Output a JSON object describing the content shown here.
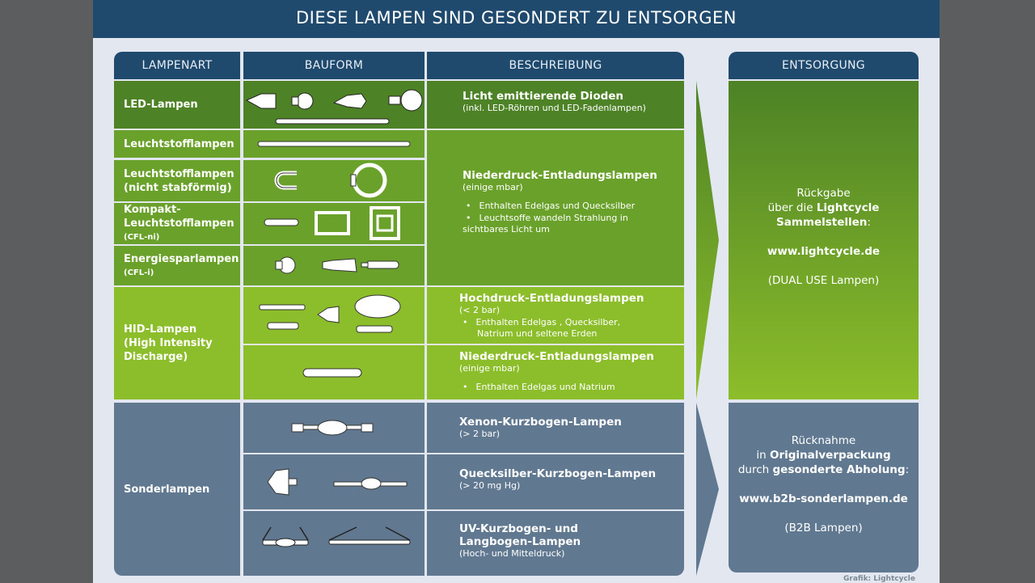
{
  "title": "DIESE LAMPEN SIND GESONDERT ZU ENTSORGEN",
  "headers": {
    "lampenart": "LAMPENART",
    "bauform": "BAUFORM",
    "beschreibung": "BESCHREIBUNG",
    "entsorgung": "ENTSORGUNG"
  },
  "rows": {
    "led": {
      "label": "LED-Lampen",
      "title": "Licht emittierende Dioden",
      "sub": "(inkl. LED-Röhren und LED-Fadenlampen)"
    },
    "leucht": {
      "label": "Leuchtstofflampen"
    },
    "leucht_ns": {
      "label1": "Leuchtstofflampen",
      "label2": "(nicht stabförmig)"
    },
    "kompakt": {
      "label1": "Kompakt-",
      "label2": "Leuchtstofflampen",
      "label3": "(CFL-ni)"
    },
    "energie": {
      "label1": "Energiesparlampen",
      "label2": "(CFL-i)"
    },
    "niederdruck_group": {
      "title": "Niederdruck-Entladungslampen",
      "sub": "(einige mbar)",
      "b1": "Enthalten Edelgas und Quecksilber",
      "b2": "Leuchtsoffe wandeln Strahlung in",
      "b2b": "sichtbares Licht um"
    },
    "hid": {
      "label1": "HID-Lampen",
      "label2": "(High Intensity",
      "label3": "Discharge)"
    },
    "hochdruck": {
      "title": "Hochdruck-Entladungslampen",
      "sub": "(< 2 bar)",
      "b1": "Enthalten Edelgas , Quecksilber,",
      "b1b": "Natrium und seltene Erden"
    },
    "niederdruck_na": {
      "title": "Niederdruck-Entladungslampen",
      "sub": "(einige mbar)",
      "b1": "Enthalten Edelgas und Natrium"
    },
    "sonder": {
      "label": "Sonderlampen"
    },
    "xenon": {
      "title": "Xenon-Kurzbogen-Lampen",
      "sub": "(> 2 bar)"
    },
    "quecksilber": {
      "title": "Quecksilber-Kurzbogen-Lampen",
      "sub": "(> 20 mg Hg)"
    },
    "uv": {
      "title1": "UV-Kurzbogen- und",
      "title2": "Langbogen-Lampen",
      "sub": "(Hoch- und Mitteldruck)"
    }
  },
  "disposal_green": {
    "l1": "Rückgabe",
    "l2a": "über die ",
    "l2b": "Lightcycle",
    "l3": "Sammelstellen",
    "l3b": ":",
    "url": "www.lightcycle.de",
    "note": "(DUAL USE Lampen)"
  },
  "disposal_grey": {
    "l1": "Rücknahme",
    "l2a": "in ",
    "l2b": "Originalverpackung",
    "l3a": "durch ",
    "l3b": "gesonderte Abholung",
    "l3c": ":",
    "url": "www.b2b-sonderlampen.de",
    "note": "(B2B Lampen)"
  },
  "credit": "Grafik: Lightcycle",
  "colors": {
    "header_blue": "#1f4a6e",
    "dark_green": "#4d8226",
    "mid_green": "#6aa12b",
    "light_green": "#8cbd2a",
    "slate": "#607890"
  },
  "icons": [
    "led-bulb-icon",
    "fluorescent-tube-icon",
    "u-tube-icon",
    "ring-lamp-icon",
    "cfl-icon",
    "hid-lamp-icon",
    "xenon-lamp-icon",
    "uv-lamp-icon"
  ]
}
